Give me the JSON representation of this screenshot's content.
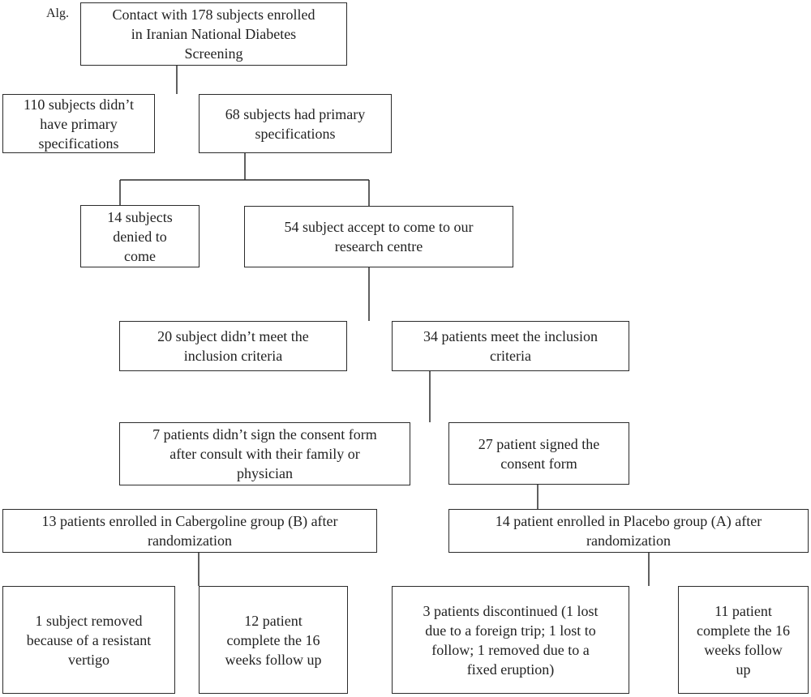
{
  "diagram": {
    "label": "Alg.",
    "boxes": {
      "contact": "Contact with 178 subjects enrolled\nin Iranian National Diabetes\nScreening",
      "no_spec": "110 subjects didn’t\nhave primary\nspecifications",
      "had_spec": "68 subjects had primary\nspecifications",
      "denied": "14 subjects\ndenied to\ncome",
      "accept": "54 subject accept to come to our\nresearch centre",
      "not_meet": "20 subject didn’t meet the\ninclusion criteria",
      "meet": "34 patients meet the inclusion\ncriteria",
      "no_sign": "7 patients didn’t sign the consent form\nafter consult with their family or\nphysician",
      "signed": "27 patient signed the\nconsent form",
      "cabergoline": "13 patients enrolled in Cabergoline group (B) after\nrandomization",
      "placebo": "14 patient enrolled in Placebo group (A) after\nrandomization",
      "removed": "1 subject removed\nbecause of a resistant\nvertigo",
      "complete_12": "12 patient\ncomplete the 16\nweeks follow up",
      "discontinued": "3 patients discontinued (1 lost\ndue to a foreign trip; 1 lost to\nfollow; 1 removed due to a\nfixed eruption)",
      "complete_11": "11 patient\ncomplete the 16\nweeks follow\nup"
    }
  }
}
